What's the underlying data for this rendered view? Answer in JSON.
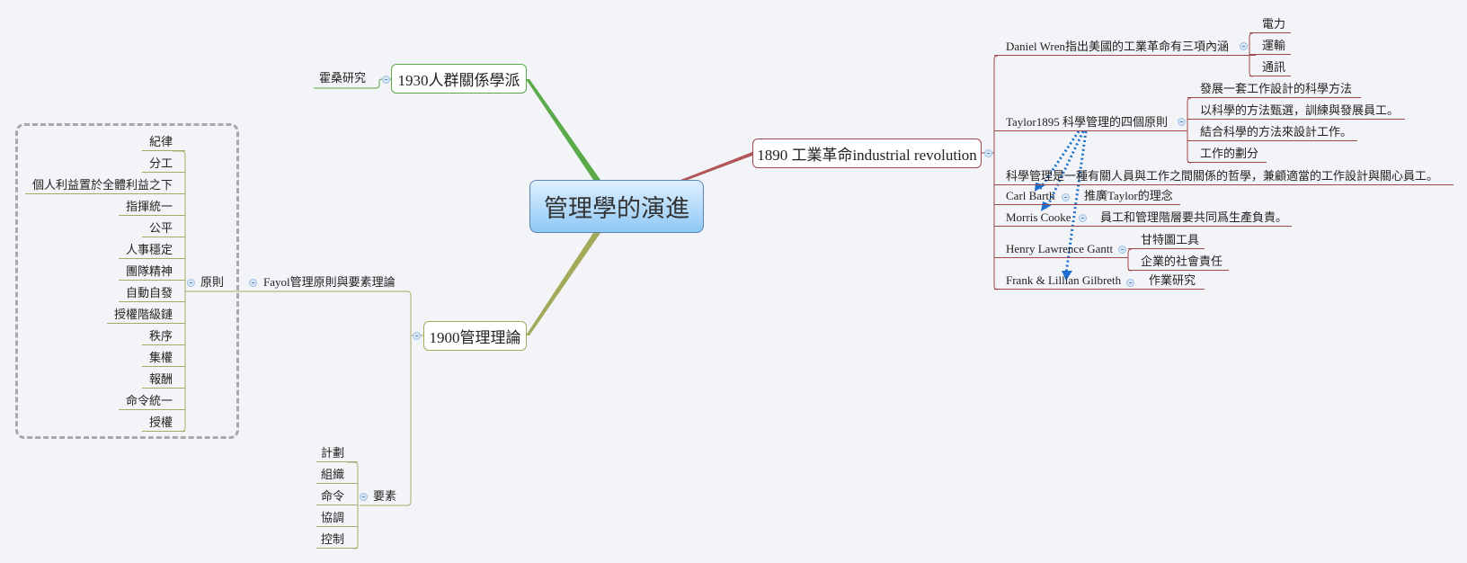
{
  "central": {
    "label": "管理學的演進"
  },
  "branch_1930": {
    "label": "1930人群關係學派",
    "children": [
      "霍桑研究"
    ]
  },
  "branch_1900": {
    "label": "1900管理理論",
    "fayol": {
      "label": "Fayol管理原則與要素理論",
      "principles": {
        "label": "原則",
        "items": [
          "紀律",
          "分工",
          "個人利益置於全體利益之下",
          "指揮統一",
          "公平",
          "人事穩定",
          "團隊精神",
          "自動自發",
          "授權階級鏈",
          "秩序",
          "集權",
          "報酬",
          "命令統一",
          "授權"
        ]
      },
      "elements": {
        "label": "要素",
        "items": [
          "計劃",
          "組織",
          "命令",
          "協調",
          "控制"
        ]
      }
    }
  },
  "branch_1890": {
    "label": "1890 工業革命industrial revolution",
    "wren": {
      "label": "Daniel Wren指出美國的工業革命有三項內涵",
      "items": [
        "電力",
        "運輸",
        "通訊"
      ]
    },
    "taylor": {
      "label": "Taylor1895 科學管理的四個原則",
      "items": [
        "發展一套工作設計的科學方法",
        "以科學的方法甄選，訓練與發展員工。",
        "結合科學的方法來設計工作。",
        "工作的劃分"
      ]
    },
    "philosophy": "科學管理是一種有關人員與工作之間關係的哲學，兼顧適當的工作設計與關心員工。",
    "barth": {
      "label": "Carl Barth",
      "items": [
        "推廣Taylor的理念"
      ]
    },
    "cooke": {
      "label": "Morris Cooke",
      "items": [
        "員工和管理階層要共同爲生產負責。"
      ]
    },
    "gantt": {
      "label": "Henry Lawrence Gantt",
      "items": [
        "甘特圖工具",
        "企業的社會責任"
      ]
    },
    "gilbreth": {
      "label": "Frank & Lillian Gilbreth",
      "items": [
        "作業研究"
      ]
    }
  },
  "colors": {
    "branch_1890": "#a0484b",
    "branch_1930": "#5aaa4a",
    "branch_1900": "#a3aa5a",
    "relationship_arrow": "#1a6fcf"
  }
}
